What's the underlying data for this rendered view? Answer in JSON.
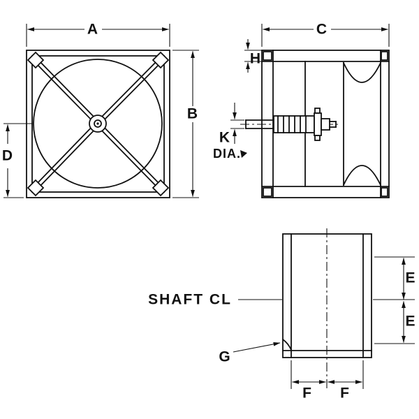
{
  "colors": {
    "ink": "#111111",
    "background": "#ffffff"
  },
  "views": {
    "front": {
      "dim_width": "A",
      "dim_height": "B",
      "dim_base": "D"
    },
    "side": {
      "dim_depth": "C",
      "dim_rail": "H",
      "dim_shaft": "K",
      "dim_shaft_suffix": "DIA."
    },
    "bottom": {
      "shaft_centerline": "SHAFT CL",
      "dim_e_upper": "E",
      "dim_e_lower": "E",
      "dim_f_left": "F",
      "dim_f_right": "F",
      "callout": "G"
    }
  }
}
